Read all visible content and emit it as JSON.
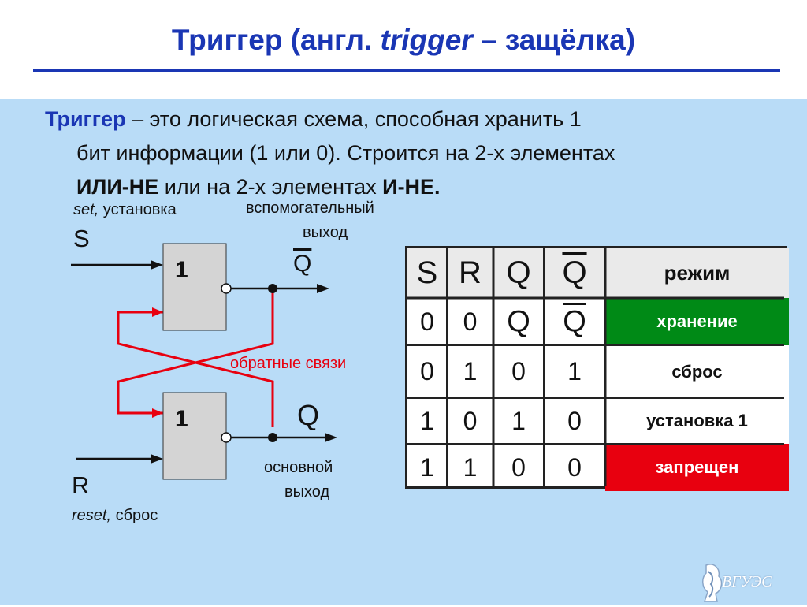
{
  "title": {
    "prefix": "Триггер (англ. ",
    "term": "trigger",
    "suffix": " – защёлка)"
  },
  "intro": {
    "lead": "Триггер",
    "line1": " – это логическая схема, способная хранить 1",
    "line2": "бит информации (1 или 0). Строится на 2-х элементах",
    "gate1": "ИЛИ-НЕ",
    "mid": " или на 2-х элементах ",
    "gate2": "И-НЕ."
  },
  "diagram": {
    "set_italic": "set,",
    "set_text": " установка",
    "s_label": "S",
    "aux_line1": "вспомогательный",
    "aux_line2": "выход",
    "q_bar": "Q",
    "gate_top": "1",
    "gate_bottom": "1",
    "feedback": "обратные связи",
    "q": "Q",
    "main_line1": "основной",
    "main_line2": "выход",
    "r_label": "R",
    "reset_italic": "reset,",
    "reset_text": " сброс",
    "colors": {
      "feedback": "#e8000f",
      "wires": "#111111"
    }
  },
  "table": {
    "headers": [
      "S",
      "R",
      "Q",
      "Q",
      "режим"
    ],
    "header_overline": [
      false,
      false,
      false,
      true,
      false
    ],
    "rows": [
      {
        "s": "0",
        "r": "0",
        "q": "Q",
        "qbar": "Q",
        "qbar_overline": true,
        "mode": "хранение",
        "mode_bg": "#008a16",
        "mode_color": "#ffffff"
      },
      {
        "s": "0",
        "r": "1",
        "q": "0",
        "qbar": "1",
        "qbar_overline": false,
        "mode": "сброс",
        "mode_bg": "#ffffff",
        "mode_color": "#111111"
      },
      {
        "s": "1",
        "r": "0",
        "q": "1",
        "qbar": "0",
        "qbar_overline": false,
        "mode": "установка 1",
        "mode_bg": "#ffffff",
        "mode_color": "#111111"
      },
      {
        "s": "1",
        "r": "1",
        "q": "0",
        "qbar": "0",
        "qbar_overline": false,
        "mode": "запрещен",
        "mode_bg": "#e8000f",
        "mode_color": "#ffffff"
      }
    ]
  },
  "logo": {
    "text": "ВГУЭС"
  }
}
